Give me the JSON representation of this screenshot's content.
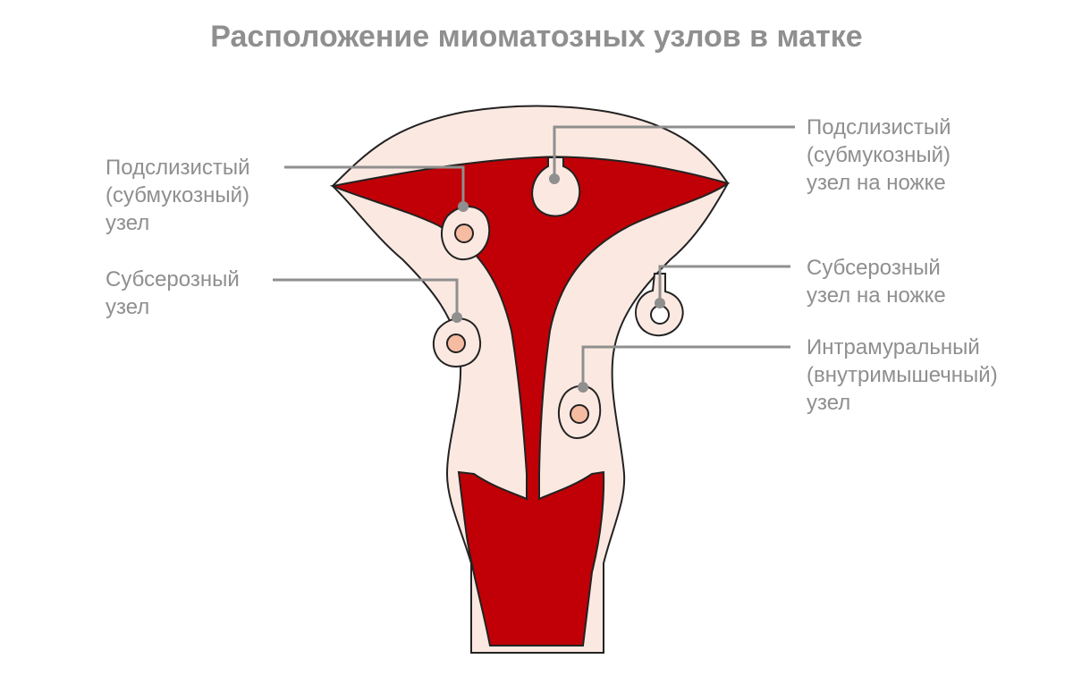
{
  "title": "Расположение миоматозных узлов в матке",
  "labels": {
    "submucous_left": [
      "Подслизистый",
      "(субмукозный)",
      "узел"
    ],
    "subserous_left": [
      "Субсерозный",
      "узел"
    ],
    "submucous_pedunculated": [
      "Подслизистый",
      "(субмукозный)",
      "узел на ножке"
    ],
    "subserous_pedunculated": [
      "Субсерозный",
      "узел на ножке"
    ],
    "intramural": [
      "Интрамуральный",
      "(внутримышечный)",
      "узел"
    ]
  },
  "colors": {
    "wall": "#fbe9e1",
    "cavity": "#c00006",
    "node_core": "#f5bca1",
    "outline": "#222222",
    "leader": "#8f8f8f",
    "text": "#8f8f8f"
  }
}
